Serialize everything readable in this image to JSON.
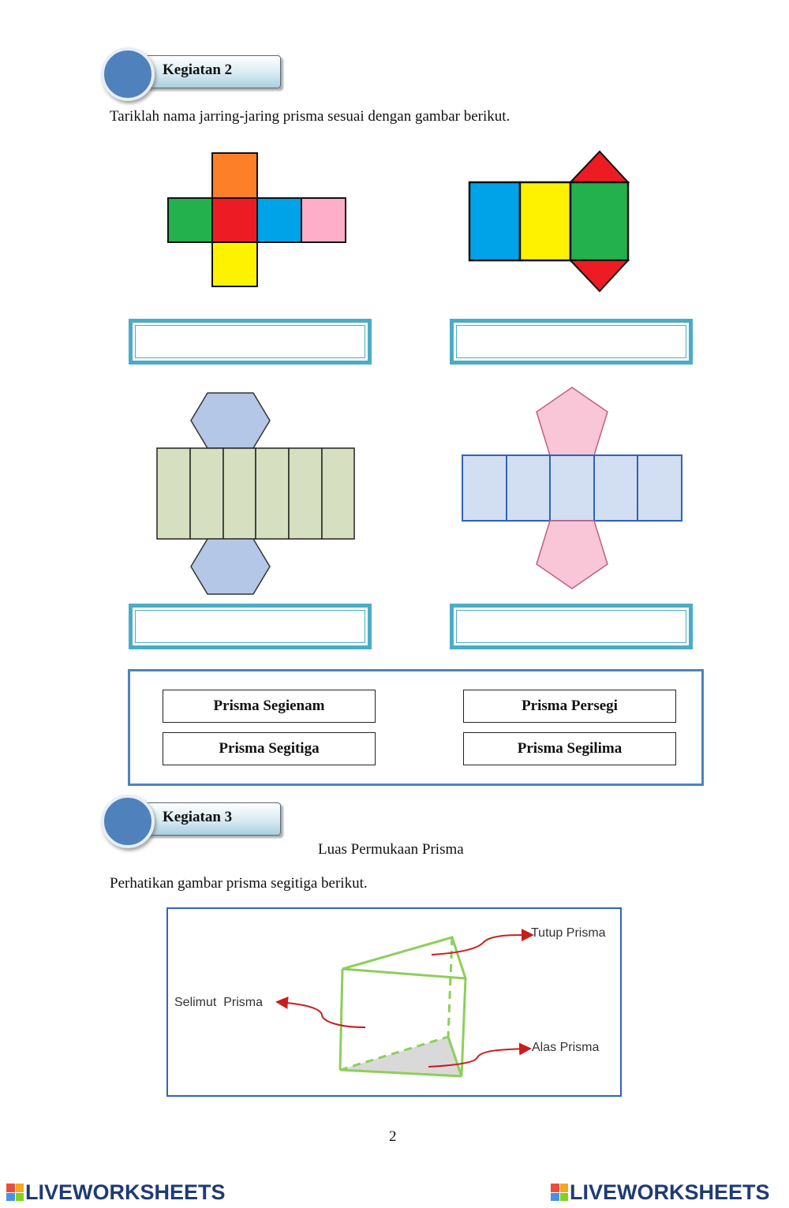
{
  "activity2": {
    "title": "Kegiatan 2",
    "instruction": "Tariklah nama jarring-jaring prisma sesuai dengan gambar berikut."
  },
  "choices": [
    {
      "label": "Prisma Segienam"
    },
    {
      "label": "Prisma Persegi"
    },
    {
      "label": "Prisma Segitiga"
    },
    {
      "label": "Prisma Segilima"
    }
  ],
  "activity3": {
    "title": "Kegiatan 3",
    "subtitle": "Luas Permukaan Prisma",
    "instruction": "Perhatikan gambar prisma segitiga berikut."
  },
  "diagram": {
    "label_top": "Tutup Prisma",
    "label_side": "Selimut  Prisma",
    "label_base": "Alas Prisma"
  },
  "page_number": "2",
  "footer": {
    "brand_left": "LIVEWORKSHEETS",
    "brand_right": "LIVEWORKSHEETS"
  },
  "colors": {
    "orange": "#fd7f28",
    "green": "#22b14c",
    "red": "#ed1c24",
    "blue": "#00a2e8",
    "pink": "#ffaec9",
    "yellow": "#fff200",
    "hex_fill": "#b4c7e7",
    "hex_rect": "#d6e0c1",
    "pent_fill": "#f8c6d6",
    "pent_rect": "#d2def1",
    "answer_border": "#4bacc6",
    "choice_frame": "#4f81bd"
  }
}
